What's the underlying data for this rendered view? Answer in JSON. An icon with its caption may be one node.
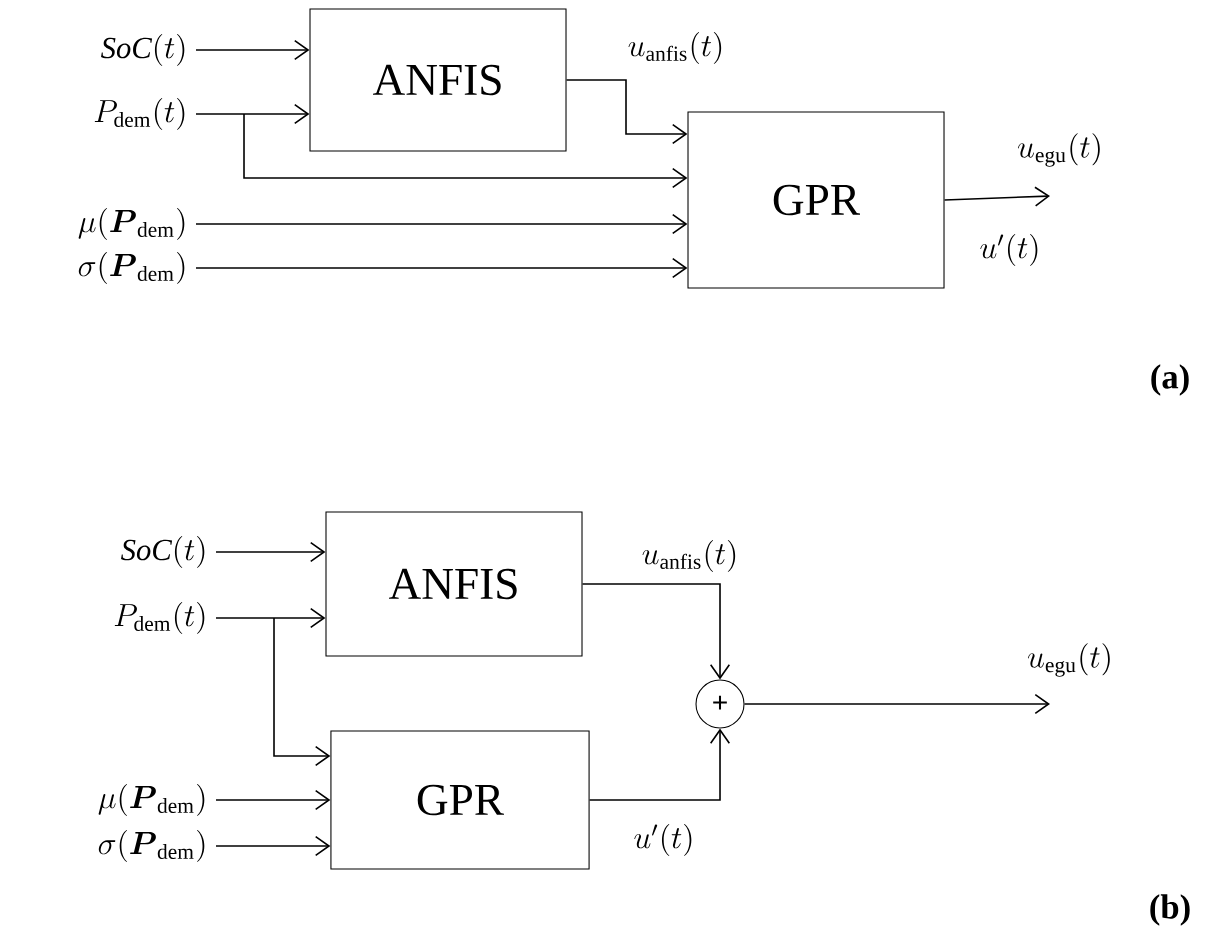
{
  "diagram": {
    "nodes": [
      {
        "text": [
          "\\mathit{SoC}(t)"
        ]
      },
      {
        "text": [
          "P_{\\mathrm{dem}}(t)"
        ]
      },
      {
        "text": [
          "\\mu(\\boldsymbol{P}_{\\mathrm{dem}})"
        ]
      },
      {
        "text": [
          "\\sigma(\\boldsymbol{P}_{\\mathrm{dem}})"
        ]
      },
      {
        "text": [
          "ANFIS"
        ]
      },
      {
        "text": [
          "GPR"
        ]
      },
      {
        "text": [
          "\\mathit{SoC}(t)"
        ]
      },
      {
        "text": [
          "P_{\\mathrm{dem}}(t)"
        ]
      },
      {
        "text": [
          "\\mu(\\boldsymbol{P}_{\\mathrm{dem}})"
        ]
      },
      {
        "text": [
          "\\sigma(\\boldsymbol{P}_{\\mathrm{dem}})"
        ]
      },
      {
        "text": [
          "ANFIS"
        ]
      },
      {
        "text": [
          "GPR"
        ]
      },
      {
        "text": [
          "+"
        ]
      }
    ],
    "edges": [
      {
        "from": 0,
        "to": 4,
        "arrow": "to"
      },
      {
        "from": 1,
        "to": 4,
        "arrow": "to"
      },
      {
        "from": 1,
        "to": 5,
        "arrow": "to"
      },
      {
        "from": 4,
        "to": 5,
        "arrow": "to",
        "label": "u_{\\mathrm{anfis}}(t)"
      },
      {
        "from": 2,
        "to": 5,
        "arrow": "to"
      },
      {
        "from": 3,
        "to": 5,
        "arrow": "to"
      },
      {
        "from": 5,
        "to": null,
        "arrow": "to",
        "label": "u_{\\mathrm{egu}}(t)"
      },
      {
        "from": 6,
        "to": 10,
        "arrow": "to"
      },
      {
        "from": 7,
        "to": 10,
        "arrow": "to"
      },
      {
        "from": 7,
        "to": 11,
        "arrow": "to"
      },
      {
        "from": 8,
        "to": 11,
        "arrow": "to"
      },
      {
        "from": 9,
        "to": 11,
        "arrow": "to"
      },
      {
        "from": 10,
        "to": 12,
        "arrow": "to",
        "label": "u_{\\mathrm{anfis}}(t)"
      },
      {
        "from": 11,
        "to": 12,
        "arrow": "to",
        "label": "u'(t)"
      },
      {
        "from": 12,
        "to": null,
        "arrow": "to",
        "label": "u_{\\mathrm{egu}}(t)"
      }
    ],
    "labels": [
      "u'(t)",
      "(a)",
      "(b)"
    ]
  }
}
